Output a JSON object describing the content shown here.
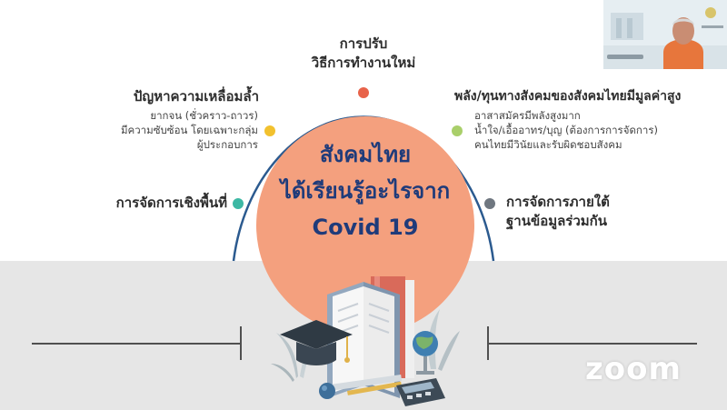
{
  "slide": {
    "center": {
      "line1": "สังคมไทย",
      "line2": "ได้เรียนรู้อะไรจาก",
      "line3": "Covid 19"
    },
    "top_item": {
      "line1": "การปรับ",
      "line2": "วิธีการทำงานใหม่"
    },
    "left_top_item": {
      "title": "ปัญหาความเหลื่อมล้ำ",
      "sub1": "ยากจน (ชั่วคราว-ถาวร)",
      "sub2": "มีความซับซ้อน โดยเฉพาะกลุ่ม",
      "sub3": "ผู้ประกอบการ"
    },
    "left_bottom_item": {
      "title": "การจัดการเชิงพื้นที่"
    },
    "right_top_item": {
      "title": "พลัง/ทุนทางสังคมของสังคมไทยมีมูลค่าสูง",
      "sub1": "อาสาสมัครมีพลังสูงมาก",
      "sub2": "น้ำใจ/เอื้ออาทร/บุญ (ต้องการการจัดการ)",
      "sub3": "คนไทยมีวินัยและรับผิดชอบสังคม"
    },
    "right_bottom_item": {
      "line1": "การจัดการภายใต้",
      "line2": "ฐานข้อมูลร่วมกัน"
    }
  },
  "overlay": {
    "zoom_watermark": "zoom"
  },
  "icons": {
    "top_dot": "circle-dot-icon",
    "left_top_dot": "circle-dot-icon",
    "left_bottom_dot": "circle-dot-icon",
    "right_top_dot": "circle-dot-icon",
    "right_bottom_dot": "circle-dot-icon",
    "illustration": "graduation-books-illustration"
  },
  "colors": {
    "center_fill": "#f4a07e",
    "center_text": "#1f3b7a",
    "dot_top": "#e8634a",
    "dot_left_top": "#f2c12e",
    "dot_left_bottom": "#3db8a4",
    "dot_right_top": "#a9cf6a",
    "dot_right_bottom": "#6f7780",
    "band": "#e6e6e6"
  }
}
